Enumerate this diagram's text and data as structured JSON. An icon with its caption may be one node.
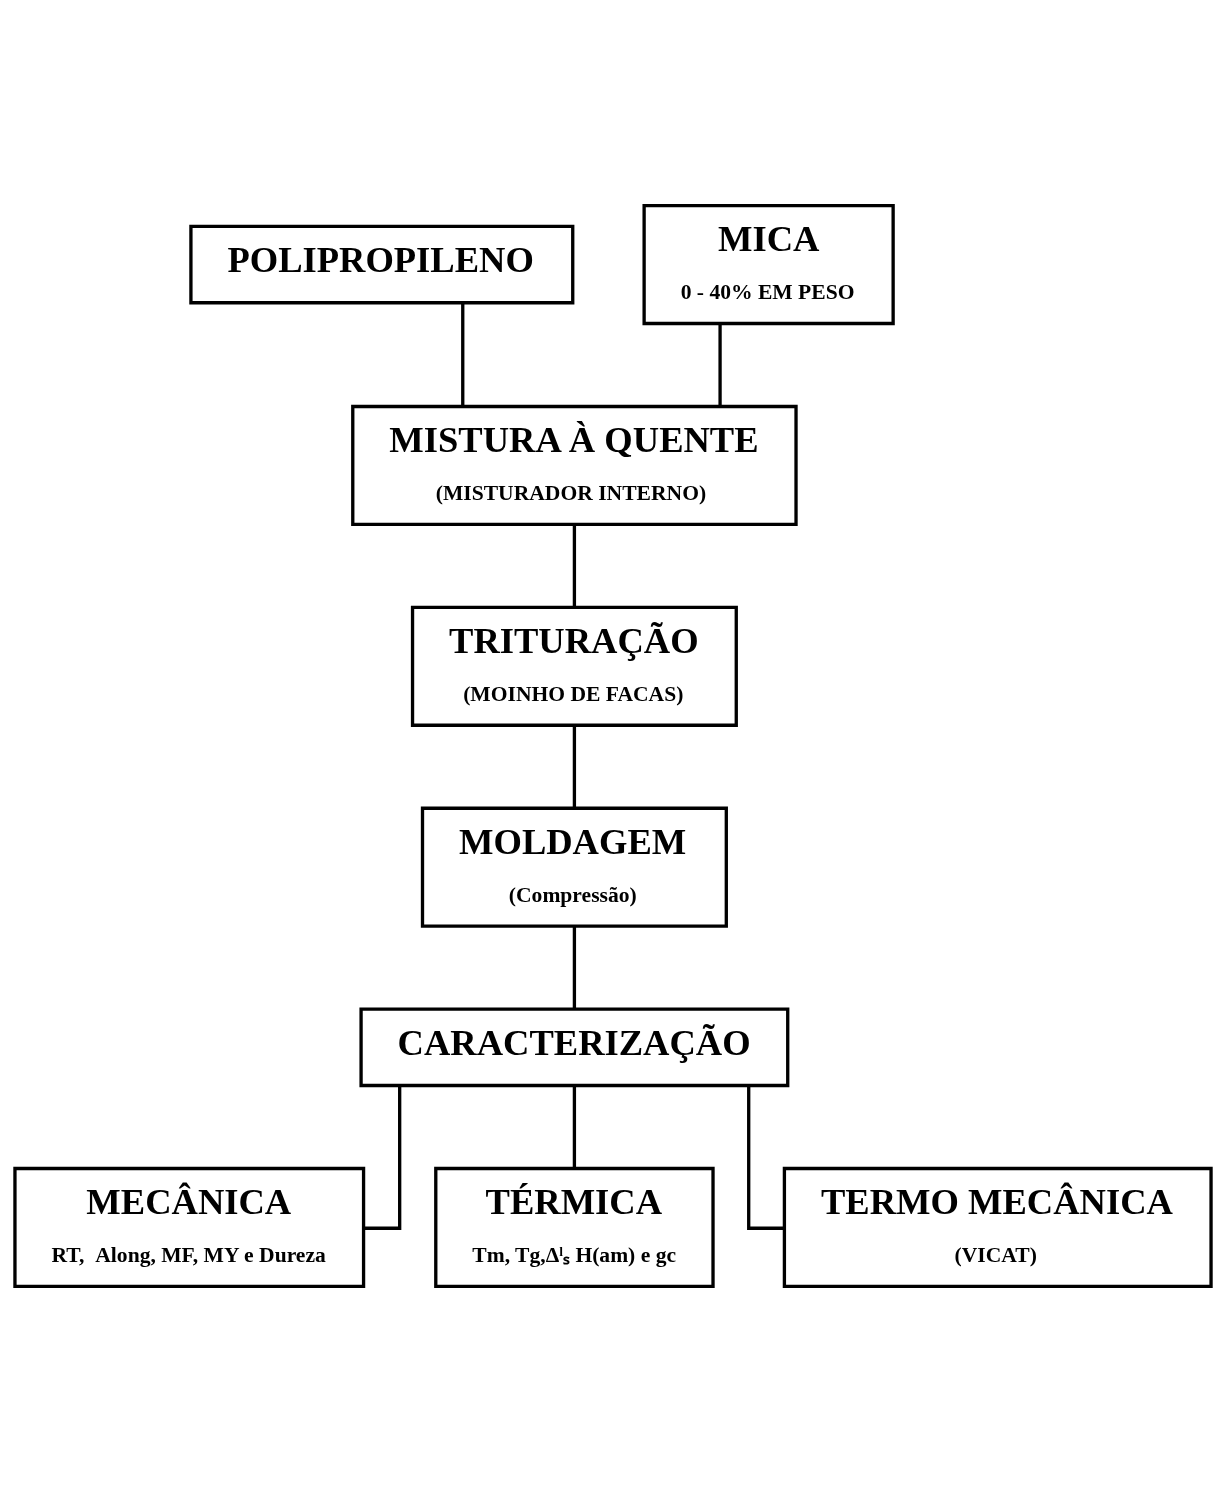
{
  "diagram": {
    "nodes": [
      {
        "text": [
          "POLIPROPILENO"
        ]
      },
      {
        "text": [
          "MICA",
          "0 - 40% EM PESO"
        ]
      },
      {
        "text": [
          "MISTURA À QUENTE",
          "(MISTURADOR INTERNO)"
        ]
      },
      {
        "text": [
          "TRITURAÇÃO",
          "(MOINHO DE FACAS)"
        ]
      },
      {
        "text": [
          "MOLDAGEM",
          "(Compressão)"
        ]
      },
      {
        "text": [
          "CARACTERIZAÇÃO"
        ]
      },
      {
        "text": [
          "MECÂNICA",
          "RT,  Along, MF, MY e Dureza"
        ]
      },
      {
        "text": [
          "TÉRMICA",
          "Tm, Tg,Δˡₛ H(am) e gc"
        ]
      },
      {
        "text": [
          "TERMO MECÂNICA",
          "(VICAT)"
        ]
      }
    ],
    "edges": [
      {
        "from": 0,
        "to": 2,
        "arrow": "none"
      },
      {
        "from": 1,
        "to": 2,
        "arrow": "none"
      },
      {
        "from": 2,
        "to": 3,
        "arrow": "none"
      },
      {
        "from": 3,
        "to": 4,
        "arrow": "none"
      },
      {
        "from": 4,
        "to": 5,
        "arrow": "none"
      },
      {
        "from": 5,
        "to": 6,
        "arrow": "none"
      },
      {
        "from": 5,
        "to": 7,
        "arrow": "none"
      },
      {
        "from": 5,
        "to": 8,
        "arrow": "none"
      }
    ]
  }
}
